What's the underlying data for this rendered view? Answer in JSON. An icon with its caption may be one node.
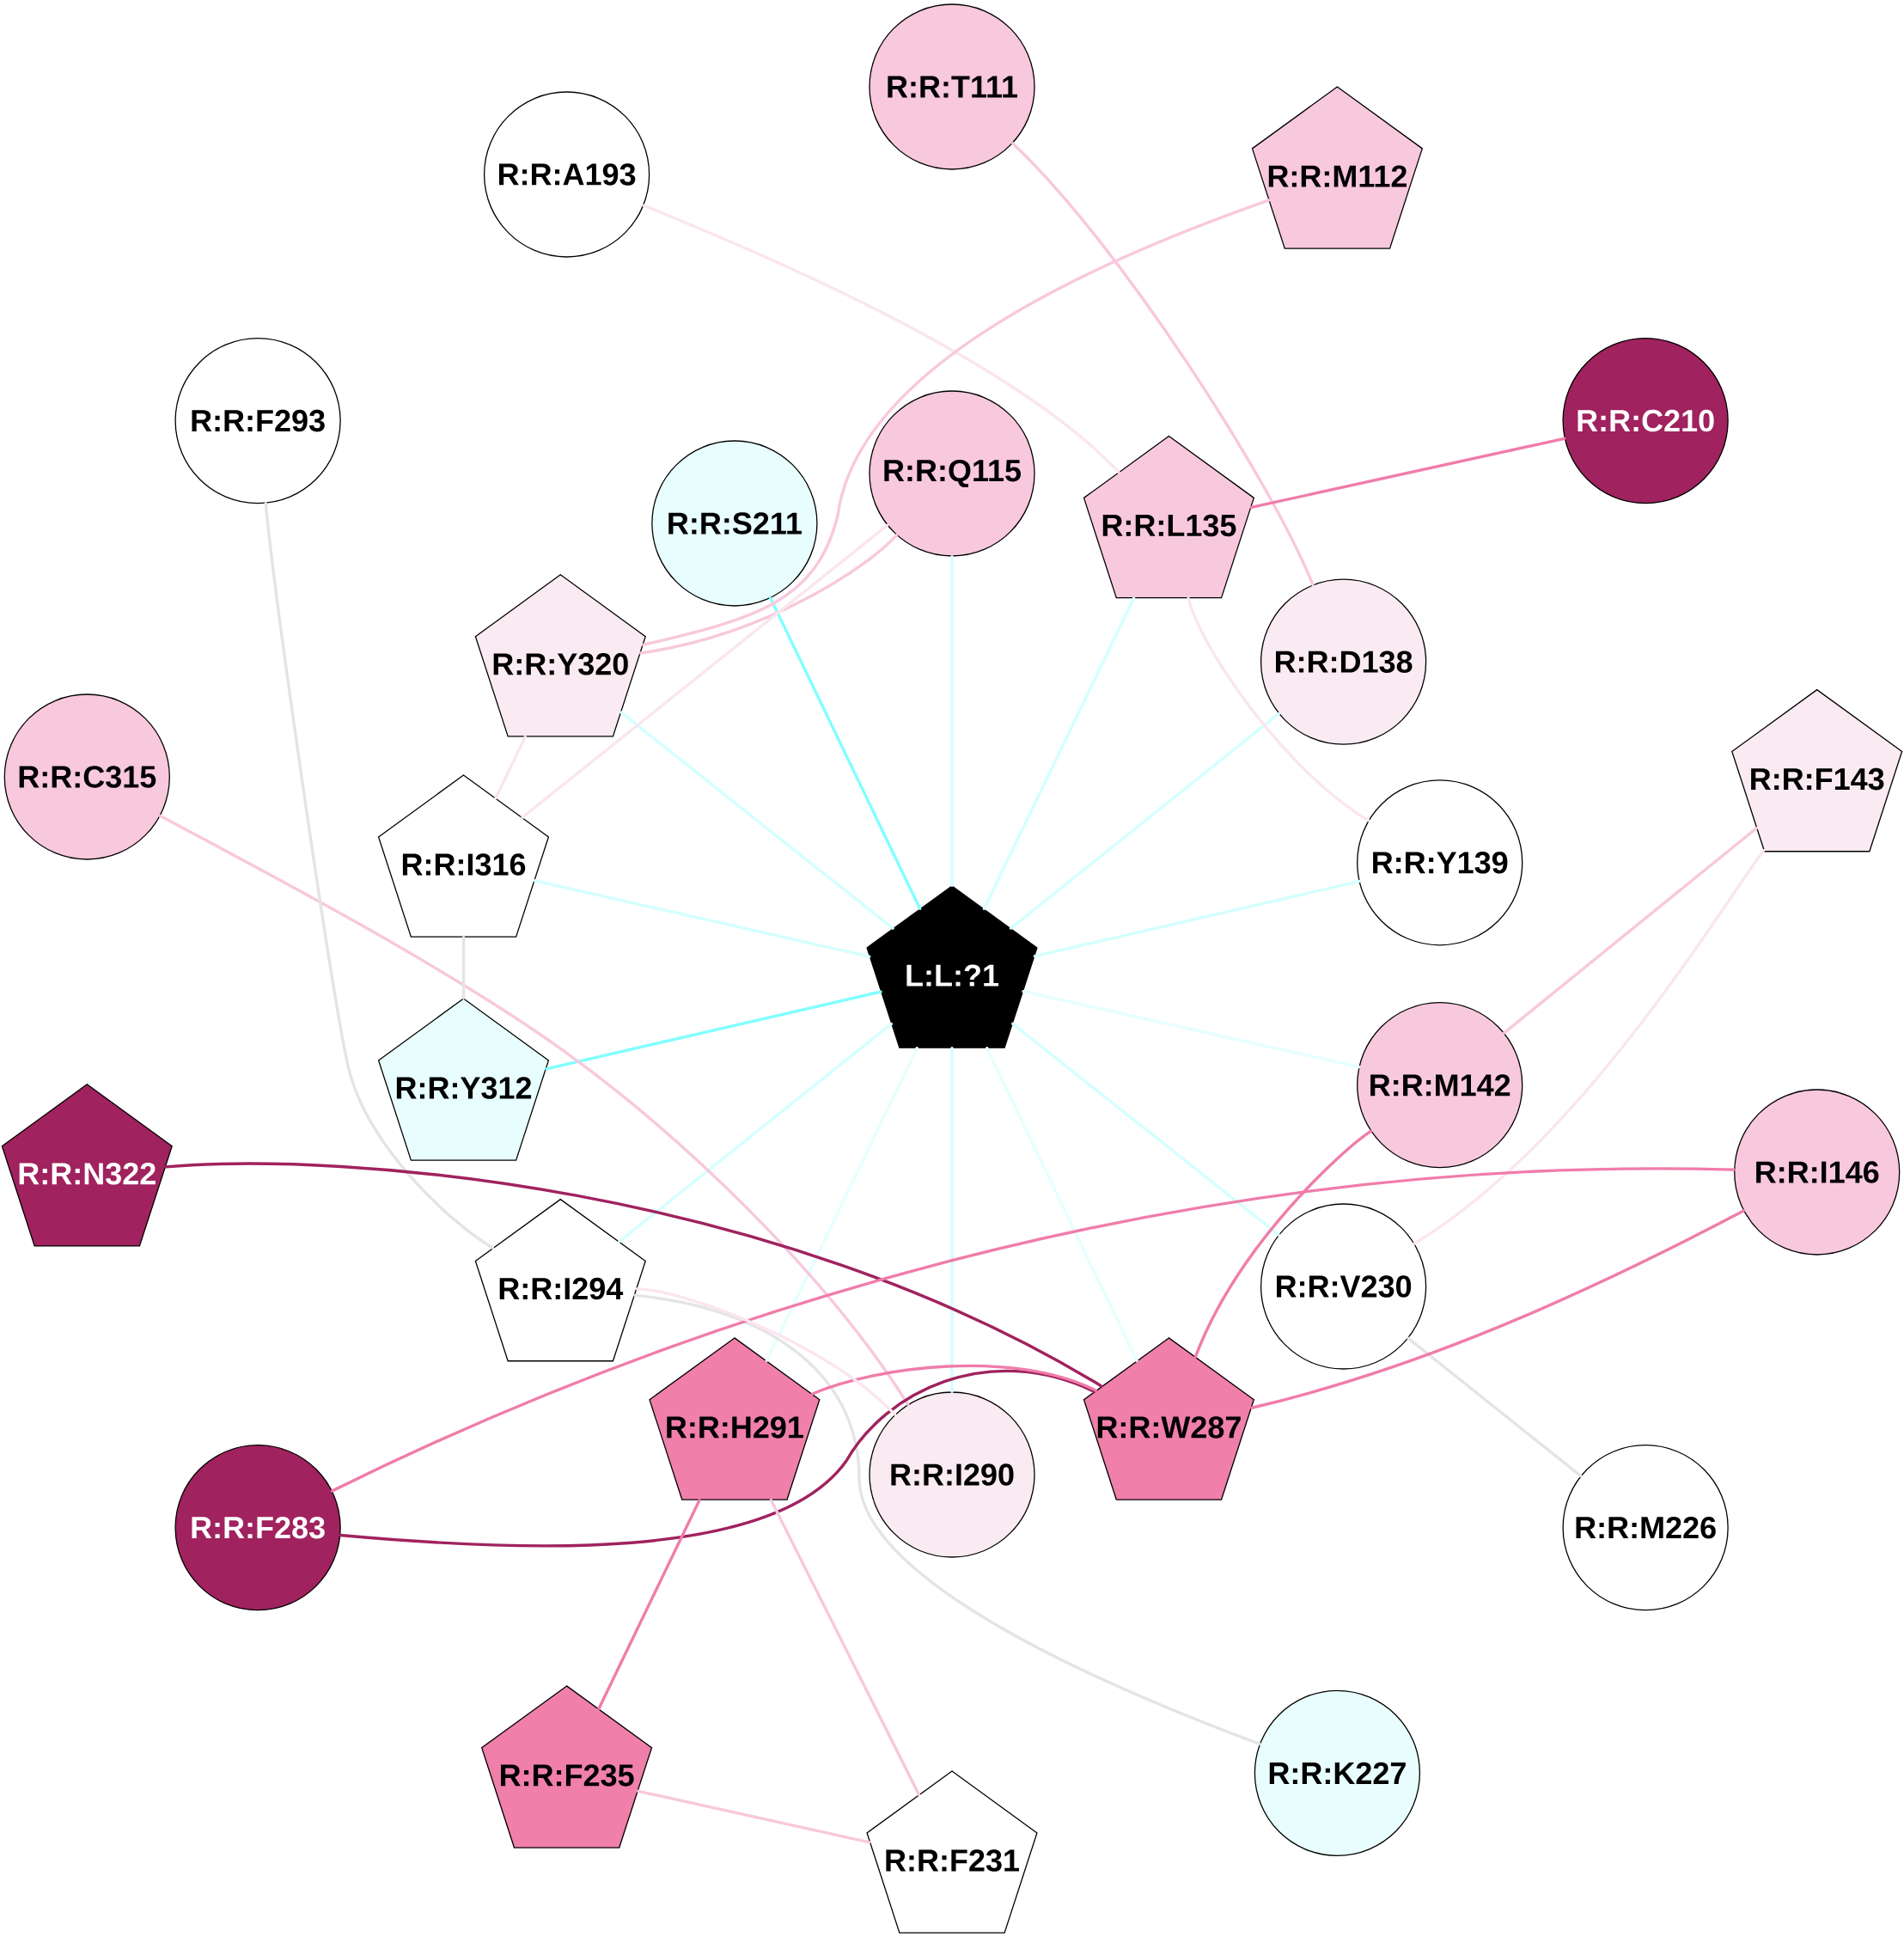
{
  "diagram": {
    "nodes": [
      {
        "text": [
          "R:R:T111"
        ]
      },
      {
        "text": [
          "R:R:A193"
        ]
      },
      {
        "text": [
          "R:R:M112"
        ]
      },
      {
        "text": [
          "R:R:F293"
        ]
      },
      {
        "text": [
          "R:R:C210"
        ]
      },
      {
        "text": [
          "R:R:Q115"
        ]
      },
      {
        "text": [
          "R:R:S211"
        ]
      },
      {
        "text": [
          "R:R:L135"
        ]
      },
      {
        "text": [
          "R:R:Y320"
        ]
      },
      {
        "text": [
          "R:R:D138"
        ]
      },
      {
        "text": [
          "R:R:C315"
        ]
      },
      {
        "text": [
          "R:R:F143"
        ]
      },
      {
        "text": [
          "R:R:I316"
        ]
      },
      {
        "text": [
          "R:R:Y139"
        ]
      },
      {
        "text": [
          "L:L:?1"
        ]
      },
      {
        "text": [
          "R:R:Y312"
        ]
      },
      {
        "text": [
          "R:R:M142"
        ]
      },
      {
        "text": [
          "R:R:N322"
        ]
      },
      {
        "text": [
          "R:R:I146"
        ]
      },
      {
        "text": [
          "R:R:I294"
        ]
      },
      {
        "text": [
          "R:R:V230"
        ]
      },
      {
        "text": [
          "R:R:H291"
        ]
      },
      {
        "text": [
          "R:R:W287"
        ]
      },
      {
        "text": [
          "R:R:I290"
        ]
      },
      {
        "text": [
          "R:R:F283"
        ]
      },
      {
        "text": [
          "R:R:M226"
        ]
      },
      {
        "text": [
          "R:R:F235"
        ]
      },
      {
        "text": [
          "R:R:K227"
        ]
      },
      {
        "text": [
          "R:R:F231"
        ]
      }
    ],
    "edges": [
      {
        "from": 14,
        "to": 8,
        "arrow": "none"
      },
      {
        "from": 14,
        "to": 6,
        "arrow": "none",
        "color": "#80ffff"
      },
      {
        "from": 14,
        "to": 5,
        "arrow": "none"
      },
      {
        "from": 14,
        "to": 7,
        "arrow": "none"
      },
      {
        "from": 14,
        "to": 9,
        "arrow": "none"
      },
      {
        "from": 14,
        "to": 13,
        "arrow": "none"
      },
      {
        "from": 14,
        "to": 12,
        "arrow": "none"
      },
      {
        "from": 14,
        "to": 15,
        "arrow": "none",
        "color": "#80ffff"
      },
      {
        "from": 14,
        "to": 16,
        "arrow": "none",
        "color": "#e6ffff"
      },
      {
        "from": 14,
        "to": 19,
        "arrow": "none"
      },
      {
        "from": 14,
        "to": 21,
        "arrow": "none",
        "color": "#e6ffff"
      },
      {
        "from": 14,
        "to": 23,
        "arrow": "none"
      },
      {
        "from": 14,
        "to": 22,
        "arrow": "none",
        "color": "#e6ffff"
      },
      {
        "from": 14,
        "to": 20,
        "arrow": "none"
      },
      {
        "from": 0,
        "to": 9,
        "arrow": "none",
        "color": "#f8c8dc"
      },
      {
        "from": 1,
        "to": 7,
        "arrow": "none",
        "color": "#fae6ef"
      },
      {
        "from": 2,
        "to": 8,
        "arrow": "none",
        "color": "#f8c8dc"
      },
      {
        "from": 5,
        "to": 8,
        "arrow": "none",
        "color": "#f8c8dc"
      },
      {
        "from": 4,
        "to": 7,
        "arrow": "none",
        "color": "#f07caa"
      },
      {
        "from": 5,
        "to": 12,
        "arrow": "none",
        "color": "#fae6ef"
      },
      {
        "from": 7,
        "to": 13,
        "arrow": "none",
        "color": "#fae6ef"
      },
      {
        "from": 8,
        "to": 12,
        "arrow": "none",
        "color": "#fae6ef"
      },
      {
        "from": 10,
        "to": 23,
        "arrow": "none",
        "color": "#f8c8dc"
      },
      {
        "from": 11,
        "to": 16,
        "arrow": "none",
        "color": "#f8c8dc"
      },
      {
        "from": 11,
        "to": 20,
        "arrow": "none",
        "color": "#fae6ef"
      },
      {
        "from": 3,
        "to": 19,
        "arrow": "none",
        "color": "#e4e4e4"
      },
      {
        "from": 12,
        "to": 15,
        "arrow": "none",
        "color": "#e4e4e4"
      },
      {
        "from": 19,
        "to": 27,
        "arrow": "none",
        "color": "#e4e4e4"
      },
      {
        "from": 20,
        "to": 25,
        "arrow": "none",
        "color": "#e4e4e4"
      },
      {
        "from": 17,
        "to": 22,
        "arrow": "none",
        "color": "#a0225e"
      },
      {
        "from": 24,
        "to": 22,
        "arrow": "none",
        "color": "#a0225e"
      },
      {
        "from": 24,
        "to": 18,
        "arrow": "none",
        "color": "#f07caa"
      },
      {
        "from": 18,
        "to": 22,
        "arrow": "none",
        "color": "#f07caa"
      },
      {
        "from": 16,
        "to": 22,
        "arrow": "none",
        "color": "#f07caa"
      },
      {
        "from": 21,
        "to": 22,
        "arrow": "none",
        "color": "#f07caa"
      },
      {
        "from": 21,
        "to": 26,
        "arrow": "none",
        "color": "#f07caa"
      },
      {
        "from": 21,
        "to": 28,
        "arrow": "none",
        "color": "#f8c8dc"
      },
      {
        "from": 26,
        "to": 28,
        "arrow": "none",
        "color": "#f8c8dc"
      },
      {
        "from": 19,
        "to": 23,
        "arrow": "none",
        "color": "#fae6ef"
      }
    ]
  }
}
